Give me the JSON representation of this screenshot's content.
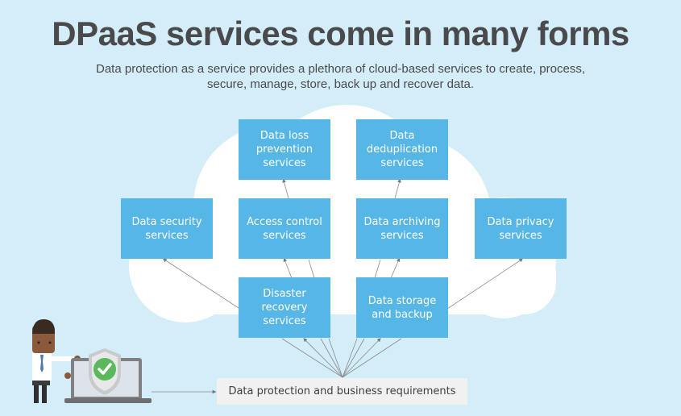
{
  "header": {
    "title": "DPaaS services come in many forms",
    "subtitle": "Data protection as a service provides a plethora of cloud-based services to create, process, secure, manage, store, back up and recover data."
  },
  "colors": {
    "background": "#d3edf9",
    "cloud": "#ffffff",
    "box": "#56b6e6",
    "box_text": "#ffffff",
    "title_text": "#4a4a4c",
    "requirements_box": "#f1f1f1",
    "connector": "#8a8a8a"
  },
  "services": {
    "data_loss_prevention": "Data loss prevention services",
    "data_deduplication": "Data deduplication services",
    "data_security": "Data security services",
    "access_control": "Access control services",
    "data_archiving": "Data archiving services",
    "data_privacy": "Data privacy services",
    "disaster_recovery": "Disaster recovery services",
    "data_storage_backup": "Data storage and backup"
  },
  "requirements": {
    "label": "Data protection and business requirements"
  },
  "illustration": {
    "person": "businessman-illustration",
    "device": "laptop-icon",
    "badge": "shield-check-icon"
  }
}
